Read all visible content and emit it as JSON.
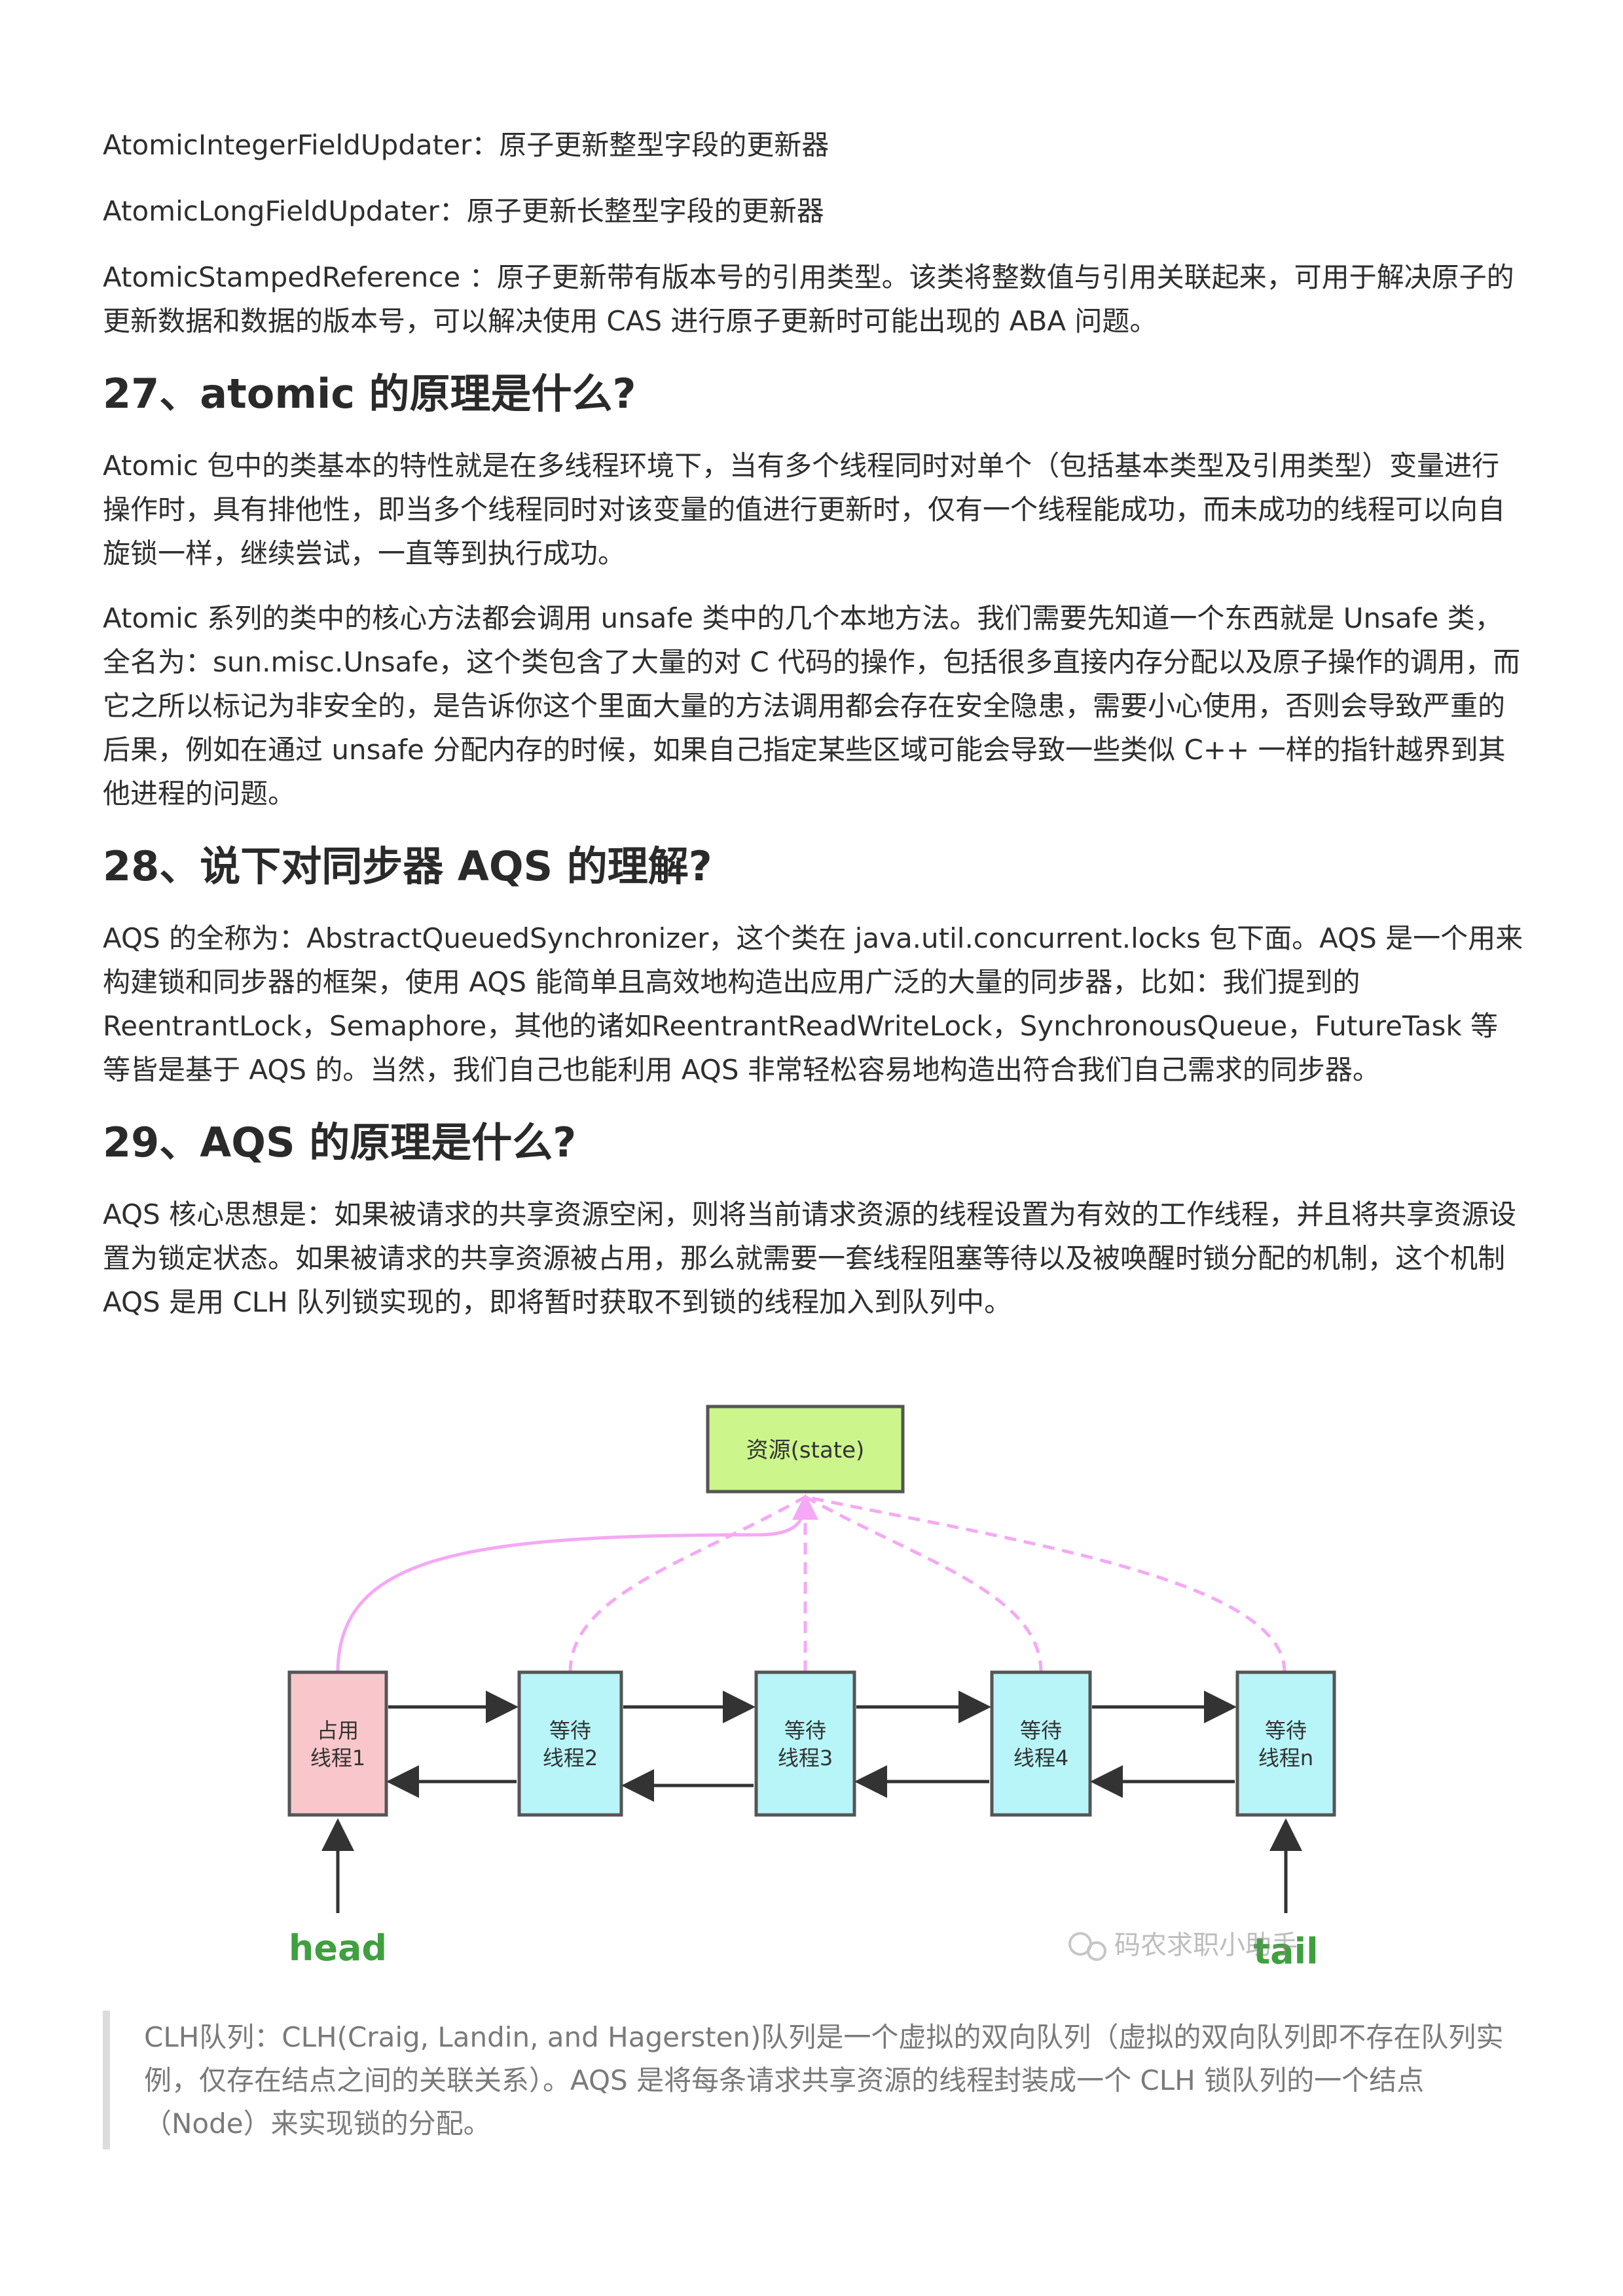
{
  "lines_top": [
    "AtomicIntegerFieldUpdater：原子更新整型字段的更新器",
    "AtomicLongFieldUpdater：原子更新长整型字段的更新器"
  ],
  "stamped_para": "AtomicStampedReference ：原子更新带有版本号的引用类型。该类将整数值与引用关联起来，可用于解决原子的更新数据和数据的版本号，可以解决使用 CAS 进行原子更新时可能出现的 ABA 问题。",
  "sec27": {
    "title": "27、atomic 的原理是什么?",
    "p1": "Atomic 包中的类基本的特性就是在多线程环境下，当有多个线程同时对单个（包括基本类型及引用类型）变量进行操作时，具有排他性，即当多个线程同时对该变量的值进行更新时，仅有一个线程能成功，而未成功的线程可以向自旋锁一样，继续尝试，一直等到执行成功。",
    "p2": "Atomic 系列的类中的核心方法都会调用 unsafe 类中的几个本地方法。我们需要先知道一个东西就是 Unsafe 类，全名为：sun.misc.Unsafe，这个类包含了大量的对 C 代码的操作，包括很多直接内存分配以及原子操作的调用，而它之所以标记为非安全的，是告诉你这个里面大量的方法调用都会存在安全隐患，需要小心使用，否则会导致严重的后果，例如在通过 unsafe 分配内存的时候，如果自己指定某些区域可能会导致一些类似 C++ 一样的指针越界到其他进程的问题。"
  },
  "sec28": {
    "title": "28、说下对同步器 AQS 的理解?",
    "p1": "AQS 的全称为：AbstractQueuedSynchronizer，这个类在 java.util.concurrent.locks 包下面。AQS 是一个用来构建锁和同步器的框架，使用 AQS 能简单且高效地构造出应用广泛的大量的同步器，比如：我们提到的 ReentrantLock，Semaphore，其他的诸如ReentrantReadWriteLock，SynchronousQueue，FutureTask 等等皆是基于 AQS 的。当然，我们自己也能利用 AQS 非常轻松容易地构造出符合我们自己需求的同步器。"
  },
  "sec29": {
    "title": "29、AQS 的原理是什么?",
    "p1": "AQS 核心思想是：如果被请求的共享资源空闲，则将当前请求资源的线程设置为有效的工作线程，并且将共享资源设置为锁定状态。如果被请求的共享资源被占用，那么就需要一套线程阻塞等待以及被唤醒时锁分配的机制，这个机制 AQS 是用 CLH 队列锁实现的，即将暂时获取不到锁的线程加入到队列中。"
  },
  "diagram": {
    "resource_label": "资源(state)",
    "nodes": [
      {
        "line1": "占用",
        "line2": "线程1"
      },
      {
        "line1": "等待",
        "line2": "线程2"
      },
      {
        "line1": "等待",
        "line2": "线程3"
      },
      {
        "line1": "等待",
        "line2": "线程4"
      },
      {
        "line1": "等待",
        "line2": "线程n"
      }
    ],
    "head_label": "head",
    "tail_label": "tail",
    "watermark": "码农求职小助手",
    "colors": {
      "resource_fill": "#ccf58c",
      "occupied_fill": "#f9c7cb",
      "waiting_fill": "#b8f5f8",
      "pointer_label": "#3fa03f",
      "curve": "#f5a8f5"
    }
  },
  "quote": "CLH队列：CLH(Craig, Landin, and Hagersten)队列是一个虚拟的双向队列（虚拟的双向队列即不存在队列实例，仅存在结点之间的关联关系）。AQS 是将每条请求共享资源的线程封装成一个 CLH 锁队列的一个结点（Node）来实现锁的分配。"
}
